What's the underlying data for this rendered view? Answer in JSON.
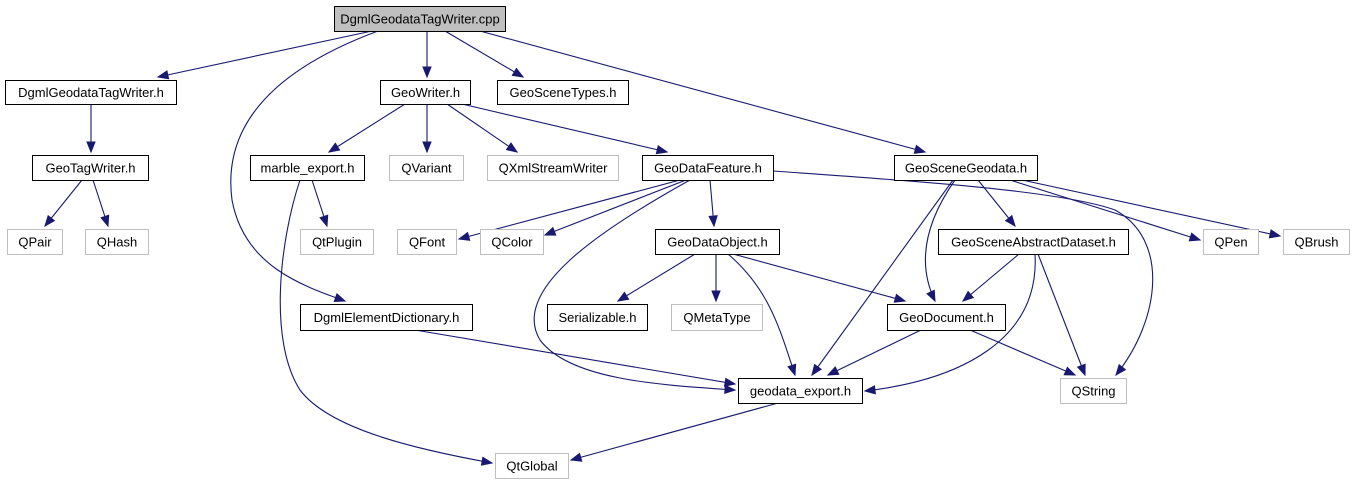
{
  "title": "DgmlGeodataTagWriter.cpp",
  "colors": {
    "edge": "#191970",
    "root_fill": "#bfbfbf",
    "local_border": "#000000",
    "external_border": "#bfbfbf"
  },
  "nodes": [
    {
      "id": "root",
      "label": "DgmlGeodataTagWriter.cpp",
      "kind": "root"
    },
    {
      "id": "dgmlgeodatatagwriter_h",
      "label": "DgmlGeodataTagWriter.h",
      "kind": "local"
    },
    {
      "id": "geowriter_h",
      "label": "GeoWriter.h",
      "kind": "local"
    },
    {
      "id": "geoscenetypes_h",
      "label": "GeoSceneTypes.h",
      "kind": "local"
    },
    {
      "id": "geotagwriter_h",
      "label": "GeoTagWriter.h",
      "kind": "local"
    },
    {
      "id": "qpair",
      "label": "QPair",
      "kind": "external"
    },
    {
      "id": "qhash",
      "label": "QHash",
      "kind": "external"
    },
    {
      "id": "marble_export_h",
      "label": "marble_export.h",
      "kind": "local"
    },
    {
      "id": "qvariant",
      "label": "QVariant",
      "kind": "external"
    },
    {
      "id": "qxmlstreamwriter",
      "label": "QXmlStreamWriter",
      "kind": "external"
    },
    {
      "id": "geodatafeature_h",
      "label": "GeoDataFeature.h",
      "kind": "local"
    },
    {
      "id": "geoscenegeodata_h",
      "label": "GeoSceneGeodata.h",
      "kind": "local"
    },
    {
      "id": "qtplugin",
      "label": "QtPlugin",
      "kind": "external"
    },
    {
      "id": "qfont",
      "label": "QFont",
      "kind": "external"
    },
    {
      "id": "qcolor",
      "label": "QColor",
      "kind": "external"
    },
    {
      "id": "geodataobject_h",
      "label": "GeoDataObject.h",
      "kind": "local"
    },
    {
      "id": "geosceneabstractdataset_h",
      "label": "GeoSceneAbstractDataset.h",
      "kind": "local"
    },
    {
      "id": "qpen",
      "label": "QPen",
      "kind": "external"
    },
    {
      "id": "qbrush",
      "label": "QBrush",
      "kind": "external"
    },
    {
      "id": "dgmlelementdictionary_h",
      "label": "DgmlElementDictionary.h",
      "kind": "local"
    },
    {
      "id": "serializable_h",
      "label": "Serializable.h",
      "kind": "local"
    },
    {
      "id": "qmetatype",
      "label": "QMetaType",
      "kind": "external"
    },
    {
      "id": "geodocument_h",
      "label": "GeoDocument.h",
      "kind": "local"
    },
    {
      "id": "geodata_export_h",
      "label": "geodata_export.h",
      "kind": "local"
    },
    {
      "id": "qstring",
      "label": "QString",
      "kind": "external"
    },
    {
      "id": "qtglobal",
      "label": "QtGlobal",
      "kind": "external"
    }
  ],
  "edges": [
    {
      "from": "root",
      "to": "dgmlgeodatatagwriter_h"
    },
    {
      "from": "root",
      "to": "dgmlelementdictionary_h"
    },
    {
      "from": "root",
      "to": "geowriter_h"
    },
    {
      "from": "root",
      "to": "geoscenetypes_h"
    },
    {
      "from": "root",
      "to": "geoscenegeodata_h"
    },
    {
      "from": "dgmlgeodatatagwriter_h",
      "to": "geotagwriter_h"
    },
    {
      "from": "geotagwriter_h",
      "to": "qpair"
    },
    {
      "from": "geotagwriter_h",
      "to": "qhash"
    },
    {
      "from": "geowriter_h",
      "to": "marble_export_h"
    },
    {
      "from": "geowriter_h",
      "to": "qvariant"
    },
    {
      "from": "geowriter_h",
      "to": "qxmlstreamwriter"
    },
    {
      "from": "geowriter_h",
      "to": "geodatafeature_h"
    },
    {
      "from": "marble_export_h",
      "to": "qtplugin"
    },
    {
      "from": "marble_export_h",
      "to": "qtglobal"
    },
    {
      "from": "geodatafeature_h",
      "to": "qfont"
    },
    {
      "from": "geodatafeature_h",
      "to": "qcolor"
    },
    {
      "from": "geodatafeature_h",
      "to": "geodataobject_h"
    },
    {
      "from": "geodatafeature_h",
      "to": "geodata_export_h"
    },
    {
      "from": "geodatafeature_h",
      "to": "qstring"
    },
    {
      "from": "geodataobject_h",
      "to": "serializable_h"
    },
    {
      "from": "geodataobject_h",
      "to": "qmetatype"
    },
    {
      "from": "geodataobject_h",
      "to": "geodocument_h"
    },
    {
      "from": "geodataobject_h",
      "to": "geodata_export_h"
    },
    {
      "from": "geoscenegeodata_h",
      "to": "geosceneabstractdataset_h"
    },
    {
      "from": "geoscenegeodata_h",
      "to": "geodocument_h"
    },
    {
      "from": "geoscenegeodata_h",
      "to": "geodata_export_h"
    },
    {
      "from": "geoscenegeodata_h",
      "to": "qpen"
    },
    {
      "from": "geoscenegeodata_h",
      "to": "qbrush"
    },
    {
      "from": "geosceneabstractdataset_h",
      "to": "geodocument_h"
    },
    {
      "from": "geosceneabstractdataset_h",
      "to": "geodata_export_h"
    },
    {
      "from": "geosceneabstractdataset_h",
      "to": "qstring"
    },
    {
      "from": "dgmlelementdictionary_h",
      "to": "geodata_export_h"
    },
    {
      "from": "geodocument_h",
      "to": "geodata_export_h"
    },
    {
      "from": "geodocument_h",
      "to": "qstring"
    },
    {
      "from": "geodata_export_h",
      "to": "qtglobal"
    }
  ]
}
